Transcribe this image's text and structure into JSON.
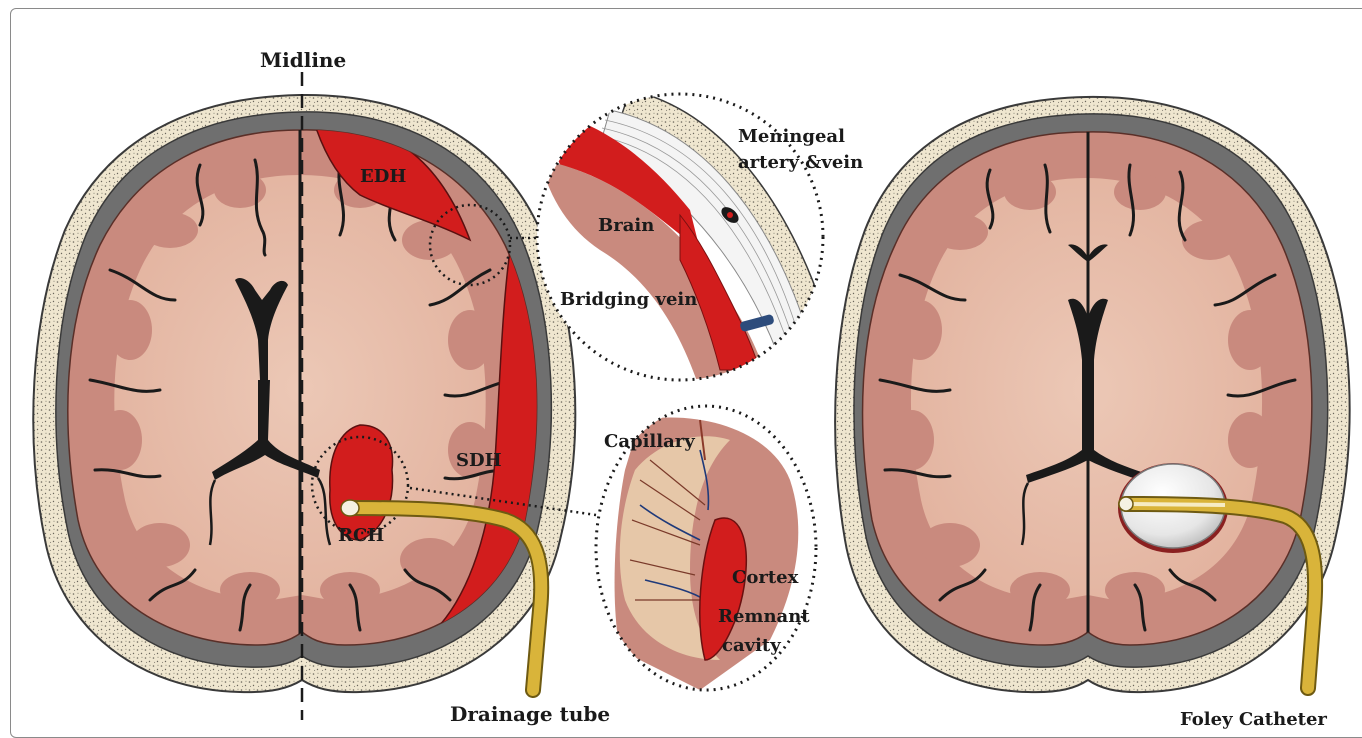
{
  "labels": {
    "midline": "Midline",
    "edh": "EDH",
    "sdh": "SDH",
    "rch": "RCH",
    "meningeal_line1": "Meningeal",
    "meningeal_line2": "artery &vein",
    "brain": "Brain",
    "bridging_vein": "Bridging vein",
    "capillary": "Capillary",
    "cortex": "Cortex",
    "remnant_line1": "Remnant",
    "remnant_line2": "cavity",
    "drainage_tube": "Drainage tube",
    "foley_catheter": "Foley Catheter"
  },
  "colors": {
    "skull_outer": "#efe6cf",
    "skull_stipple": "#6b665c",
    "dura_gray": "#6f6f6f",
    "cortex": "#c98a7e",
    "white_matter": "#e8c0ad",
    "sulcus": "#1a1a1a",
    "hematoma": "#d21d1d",
    "tube": "#d9b43a",
    "tube_edge": "#6e5a12",
    "balloon": "#f2f2f2"
  }
}
